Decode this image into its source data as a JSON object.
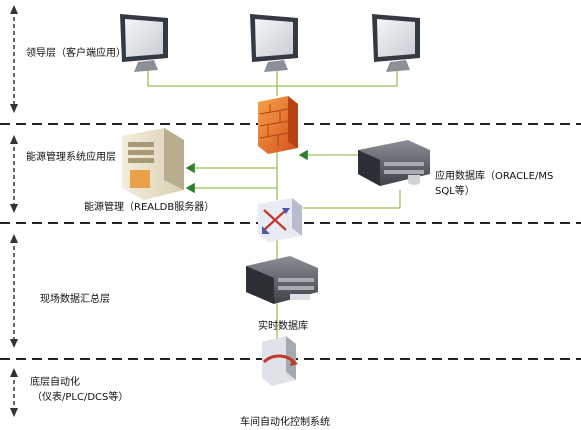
{
  "layers": {
    "leadership": "领导层（客户端应用）",
    "energy_app": "能源管理系统应用层",
    "field_data": "现场数据汇总层",
    "bottom_auto_line1": "底层自动化",
    "bottom_auto_line2": "（仪表/PLC/DCS等）"
  },
  "nodes": {
    "realdb_server": "能源管理（REALDB服务器）",
    "app_db_line1": "应用数据库（ORACLE/MS",
    "app_db_line2": "SQL等）",
    "realtime_db": "实时数据库",
    "workshop_control": "车间自动化控制系统"
  },
  "colors": {
    "link_line": "#9bbf5a",
    "divider": "#222222",
    "firewall": "#e0641c",
    "router": "#4a5aa8",
    "arrow": "#333333"
  },
  "icons": [
    "monitor-icon",
    "firewall-icon",
    "server-tower-icon",
    "rack-server-icon",
    "router-icon",
    "database-server-icon",
    "plc-icon"
  ]
}
